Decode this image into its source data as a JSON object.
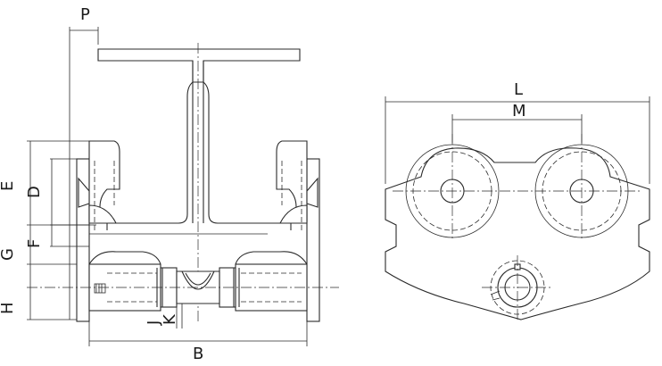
{
  "dimensions": {
    "P": "P",
    "E": "E",
    "D": "D",
    "F": "F",
    "G": "G",
    "H": "H",
    "J": "J",
    "K": "K",
    "B": "B",
    "L": "L",
    "M": "M"
  },
  "colors": {
    "line": "#2b2b2b",
    "background": "#ffffff"
  }
}
